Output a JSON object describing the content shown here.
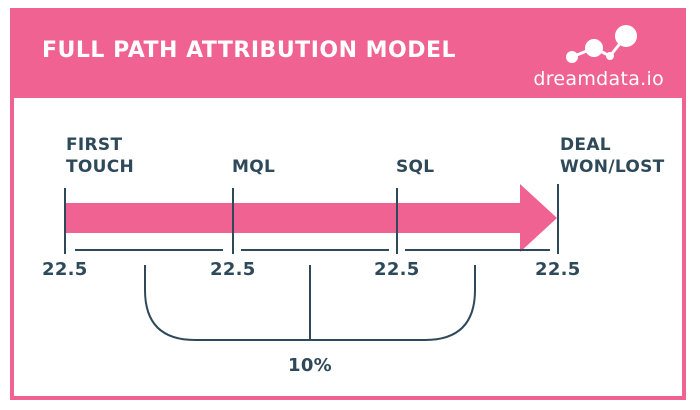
{
  "header": {
    "title": "FULL PATH ATTRIBUTION MODEL",
    "brand": "dreamdata.io"
  },
  "stages": [
    {
      "label": "FIRST\nTOUCH",
      "value": "22.5"
    },
    {
      "label": "MQL",
      "value": "22.5"
    },
    {
      "label": "SQL",
      "value": "22.5"
    },
    {
      "label": "DEAL\nWON/LOST",
      "value": "22.5"
    }
  ],
  "middle_share": {
    "value": "10%"
  },
  "colors": {
    "accent": "#f06292",
    "text": "#2e4a5a"
  }
}
